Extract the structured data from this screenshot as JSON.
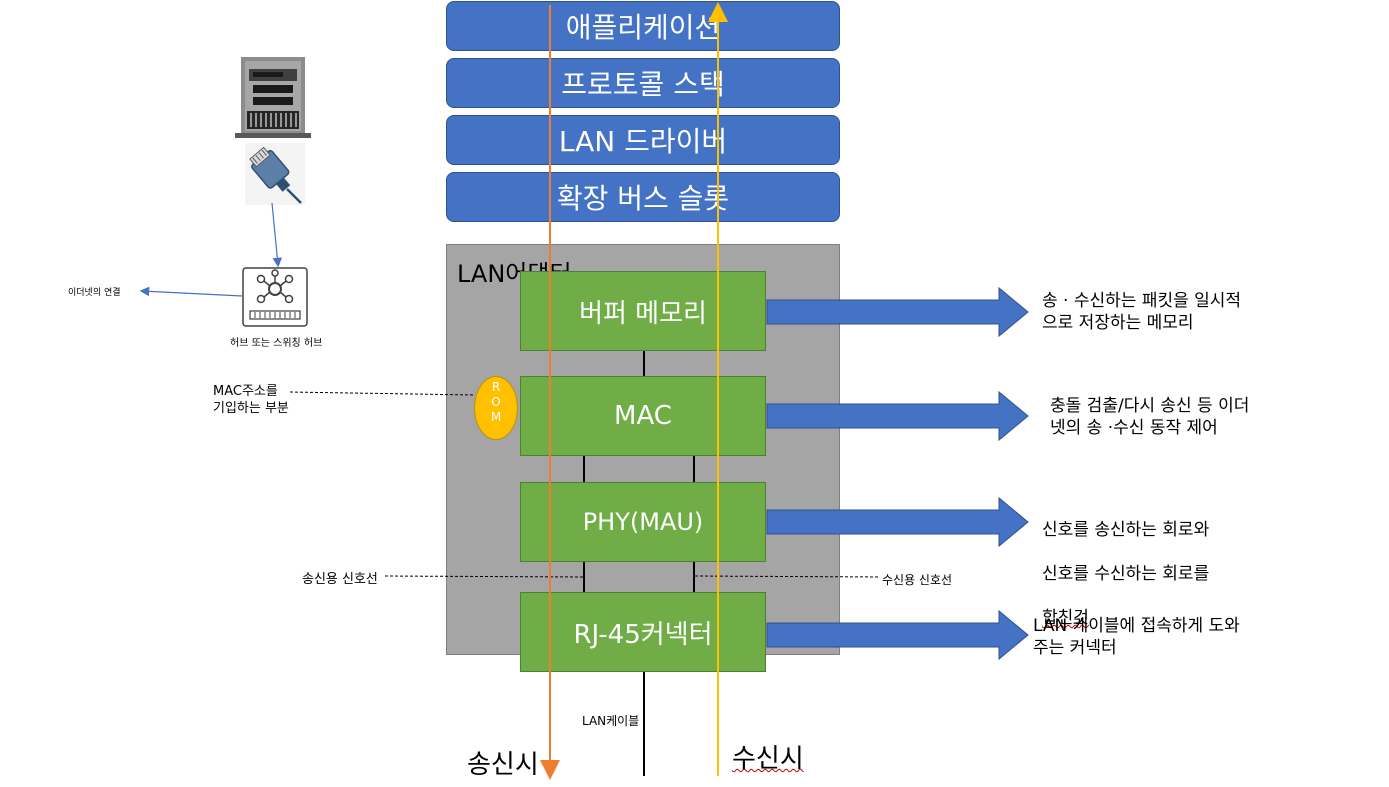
{
  "stack": {
    "application": "애플리케이션",
    "protocol_stack": "프로토콜 스택",
    "lan_driver": "LAN 드라이버",
    "expansion_bus_slot": "확장 버스 슬롯"
  },
  "adapter": {
    "title": "LAN어댑터",
    "buffer_memory": "버퍼 메모리",
    "mac": "MAC",
    "phy": "PHY(MAU)",
    "rj45": "RJ-45커넥터",
    "rom_letters": [
      "R",
      "O",
      "M"
    ]
  },
  "descriptions": {
    "buffer_memory": "송 · 수신하는 패킷을 일시적\n으로 저장하는 메모리",
    "mac": "충돌 검출/다시 송신 등 이더\n넷의 송 ·수신 동작 제어",
    "phy_line1": "신호를 송신하는 회로와",
    "phy_line2": "신호를 수신하는 회로를",
    "phy_line3": "합친것",
    "rj45": "LAN 케이블에 접속하게 도와\n주는 커넥터"
  },
  "labels": {
    "mac_address_line1": "MAC주소를",
    "mac_address_line2": "기입하는 부분",
    "tx_signal": "송신용 신호선",
    "rx_signal": "수신용 신호선",
    "lan_cable": "LAN케이블",
    "send": "송신시",
    "receive": "수신시",
    "ethernet_connection": "이더넷의 연결",
    "hub": "허브 또는 스위칭 허브"
  },
  "colors": {
    "stack_blue": "#4472c4",
    "green": "#70ad47",
    "adapter_gray": "#a5a5a5",
    "rom_yellow": "#ffc000",
    "send_line": "#ed7d31",
    "receive_line": "#ffc000",
    "arrow_blue": "#4472c4"
  },
  "icons": [
    "server-icon",
    "ethernet-plug-icon",
    "network-hub-icon"
  ]
}
